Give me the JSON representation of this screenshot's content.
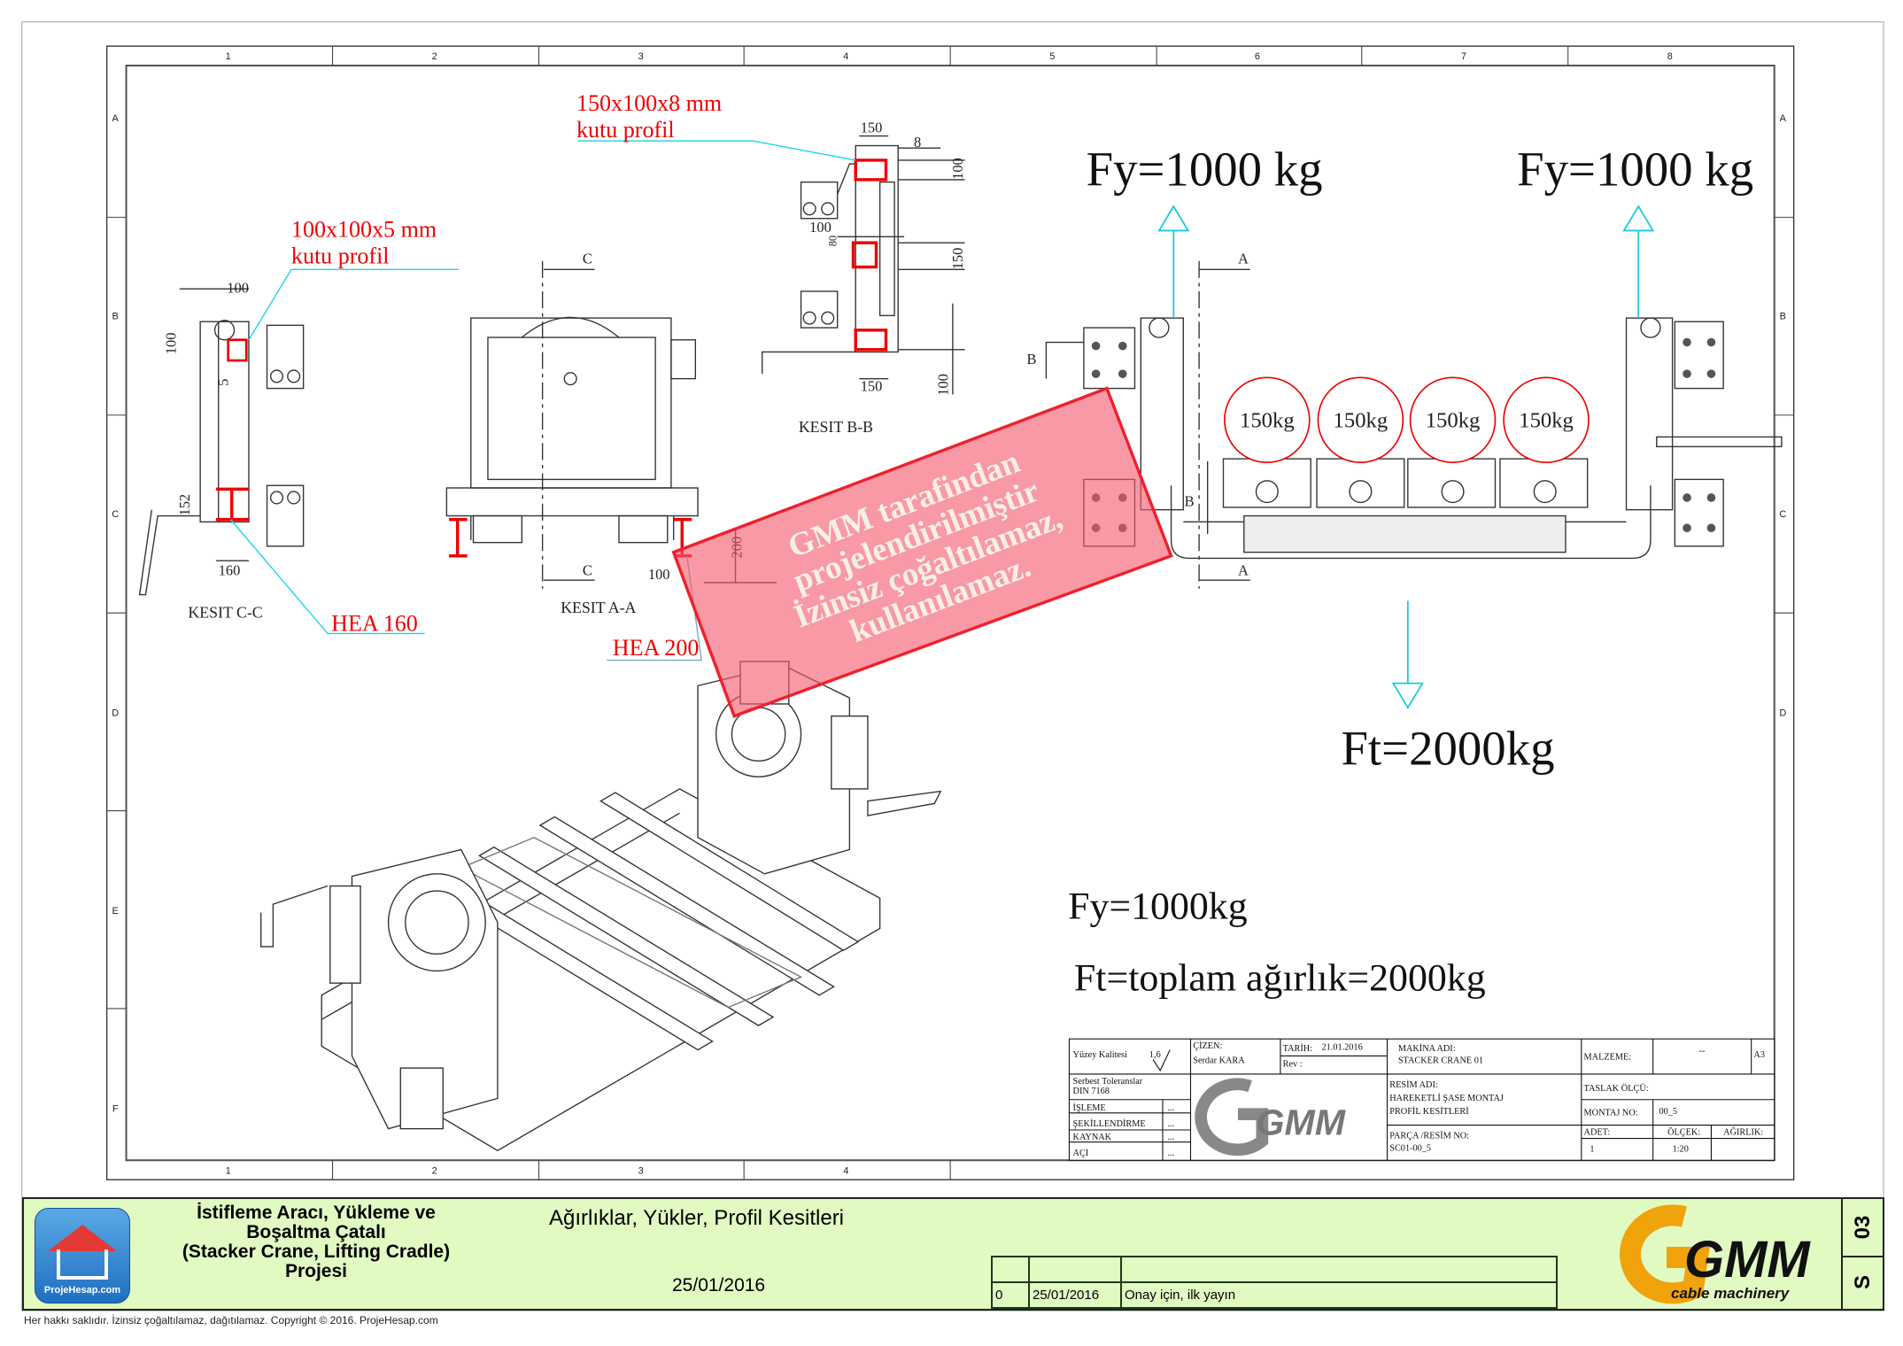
{
  "frame": {
    "columns": [
      "1",
      "2",
      "3",
      "4",
      "5",
      "6",
      "7",
      "8"
    ],
    "bottom_columns": [
      "1",
      "2",
      "3",
      "4"
    ],
    "rows": [
      "A",
      "B",
      "C",
      "D",
      "E",
      "F"
    ],
    "right_rows": [
      "A",
      "B",
      "C",
      "D"
    ]
  },
  "views": {
    "section_cc": {
      "title": "KESIT C-C",
      "profile_top": "100x100x5 mm",
      "profile_top_2": "kutu profil",
      "profile_bottom": "HEA 160",
      "dims": [
        "100",
        "100",
        "5",
        "152",
        "160"
      ]
    },
    "section_aa": {
      "title": "KESIT A-A",
      "marker": "C",
      "profile": "HEA 200",
      "dims": [
        "200",
        "100"
      ]
    },
    "section_bb": {
      "title": "KESIT B-B",
      "profile": "150x100x8 mm",
      "profile_2": "kutu profil",
      "dims": [
        "150",
        "8",
        "100",
        "100",
        "150",
        "150",
        "100",
        "80"
      ]
    },
    "front": {
      "marker_a": "A",
      "marker_b": "B",
      "loads": [
        "150kg",
        "150kg",
        "150kg",
        "150kg"
      ]
    }
  },
  "annotations": {
    "fy_left": "Fy=1000 kg",
    "fy_right": "Fy=1000 kg",
    "ft": "Ft=2000kg",
    "fy_note": "Fy=1000kg",
    "ft_note": "Ft=toplam ağırlık=2000kg"
  },
  "watermark": [
    "GMM tarafindan",
    "projelendirilmiştir",
    "İzinsiz çoğaltılamaz,",
    "kullanılamaz."
  ],
  "title_block": {
    "surface": "Yüzey Kalitesi",
    "surface_val": "1,6",
    "drawn_label": "ÇİZEN:",
    "drawn_by": "Serdar KARA",
    "date_label": "TARİH:",
    "date": "21.01.2016",
    "rev_label": "Rev :",
    "machine_label": "MAKİNA ADI:",
    "machine": "STACKER CRANE 01",
    "material_label": "MALZEME:",
    "material": "--",
    "sheet_size": "A3",
    "tolerance": "Serbest Toleranslar",
    "tolerance_std": "DIN 7168",
    "process": [
      [
        "İŞLEME",
        "..."
      ],
      [
        "ŞEKİLLENDİRME",
        "..."
      ],
      [
        "KAYNAK",
        "..."
      ],
      [
        "AÇI",
        "..."
      ]
    ],
    "drawing_name_label": "RESİM ADI:",
    "drawing_name_1": "HAREKETLİ ŞASE MONTAJ",
    "drawing_name_2": "PROFİL KESİTLERİ",
    "part_label": "PARÇA /RESİM NO:",
    "part_no": "SC01-00_5",
    "draft_label": "TASLAK ÖLÇÜ:",
    "assembly_label": "MONTAJ NO:",
    "assembly_no": "00_5",
    "qty_label": "ADET:",
    "qty": "1",
    "scale_label": "ÖLÇEK:",
    "scale": "1:20",
    "weight_label": "AĞIRLIK:",
    "logo_text": "GMM"
  },
  "sheet_header": {
    "project_lines": [
      "İstifleme Aracı, Yükleme ve",
      "Boşaltma Çatalı",
      "(Stacker Crane, Lifting Cradle)",
      "Projesi"
    ],
    "logo_caption": "ProjeHesap.com",
    "subtitle": "Ağırlıklar, Yükler, Profil Kesitleri",
    "date": "25/01/2016",
    "revisions": [
      {
        "no": "0",
        "date": "25/01/2016",
        "desc": "Onay için, ilk yayın"
      }
    ],
    "brand": "GMM",
    "brand_tagline": "cable machinery",
    "sheet_code": "03",
    "sheet_series": "S"
  },
  "footer": "Her hakkı saklıdır. İzinsiz çoğaltılamaz, dağıtılamaz. Copyright © 2016. ProjeHesap.com"
}
